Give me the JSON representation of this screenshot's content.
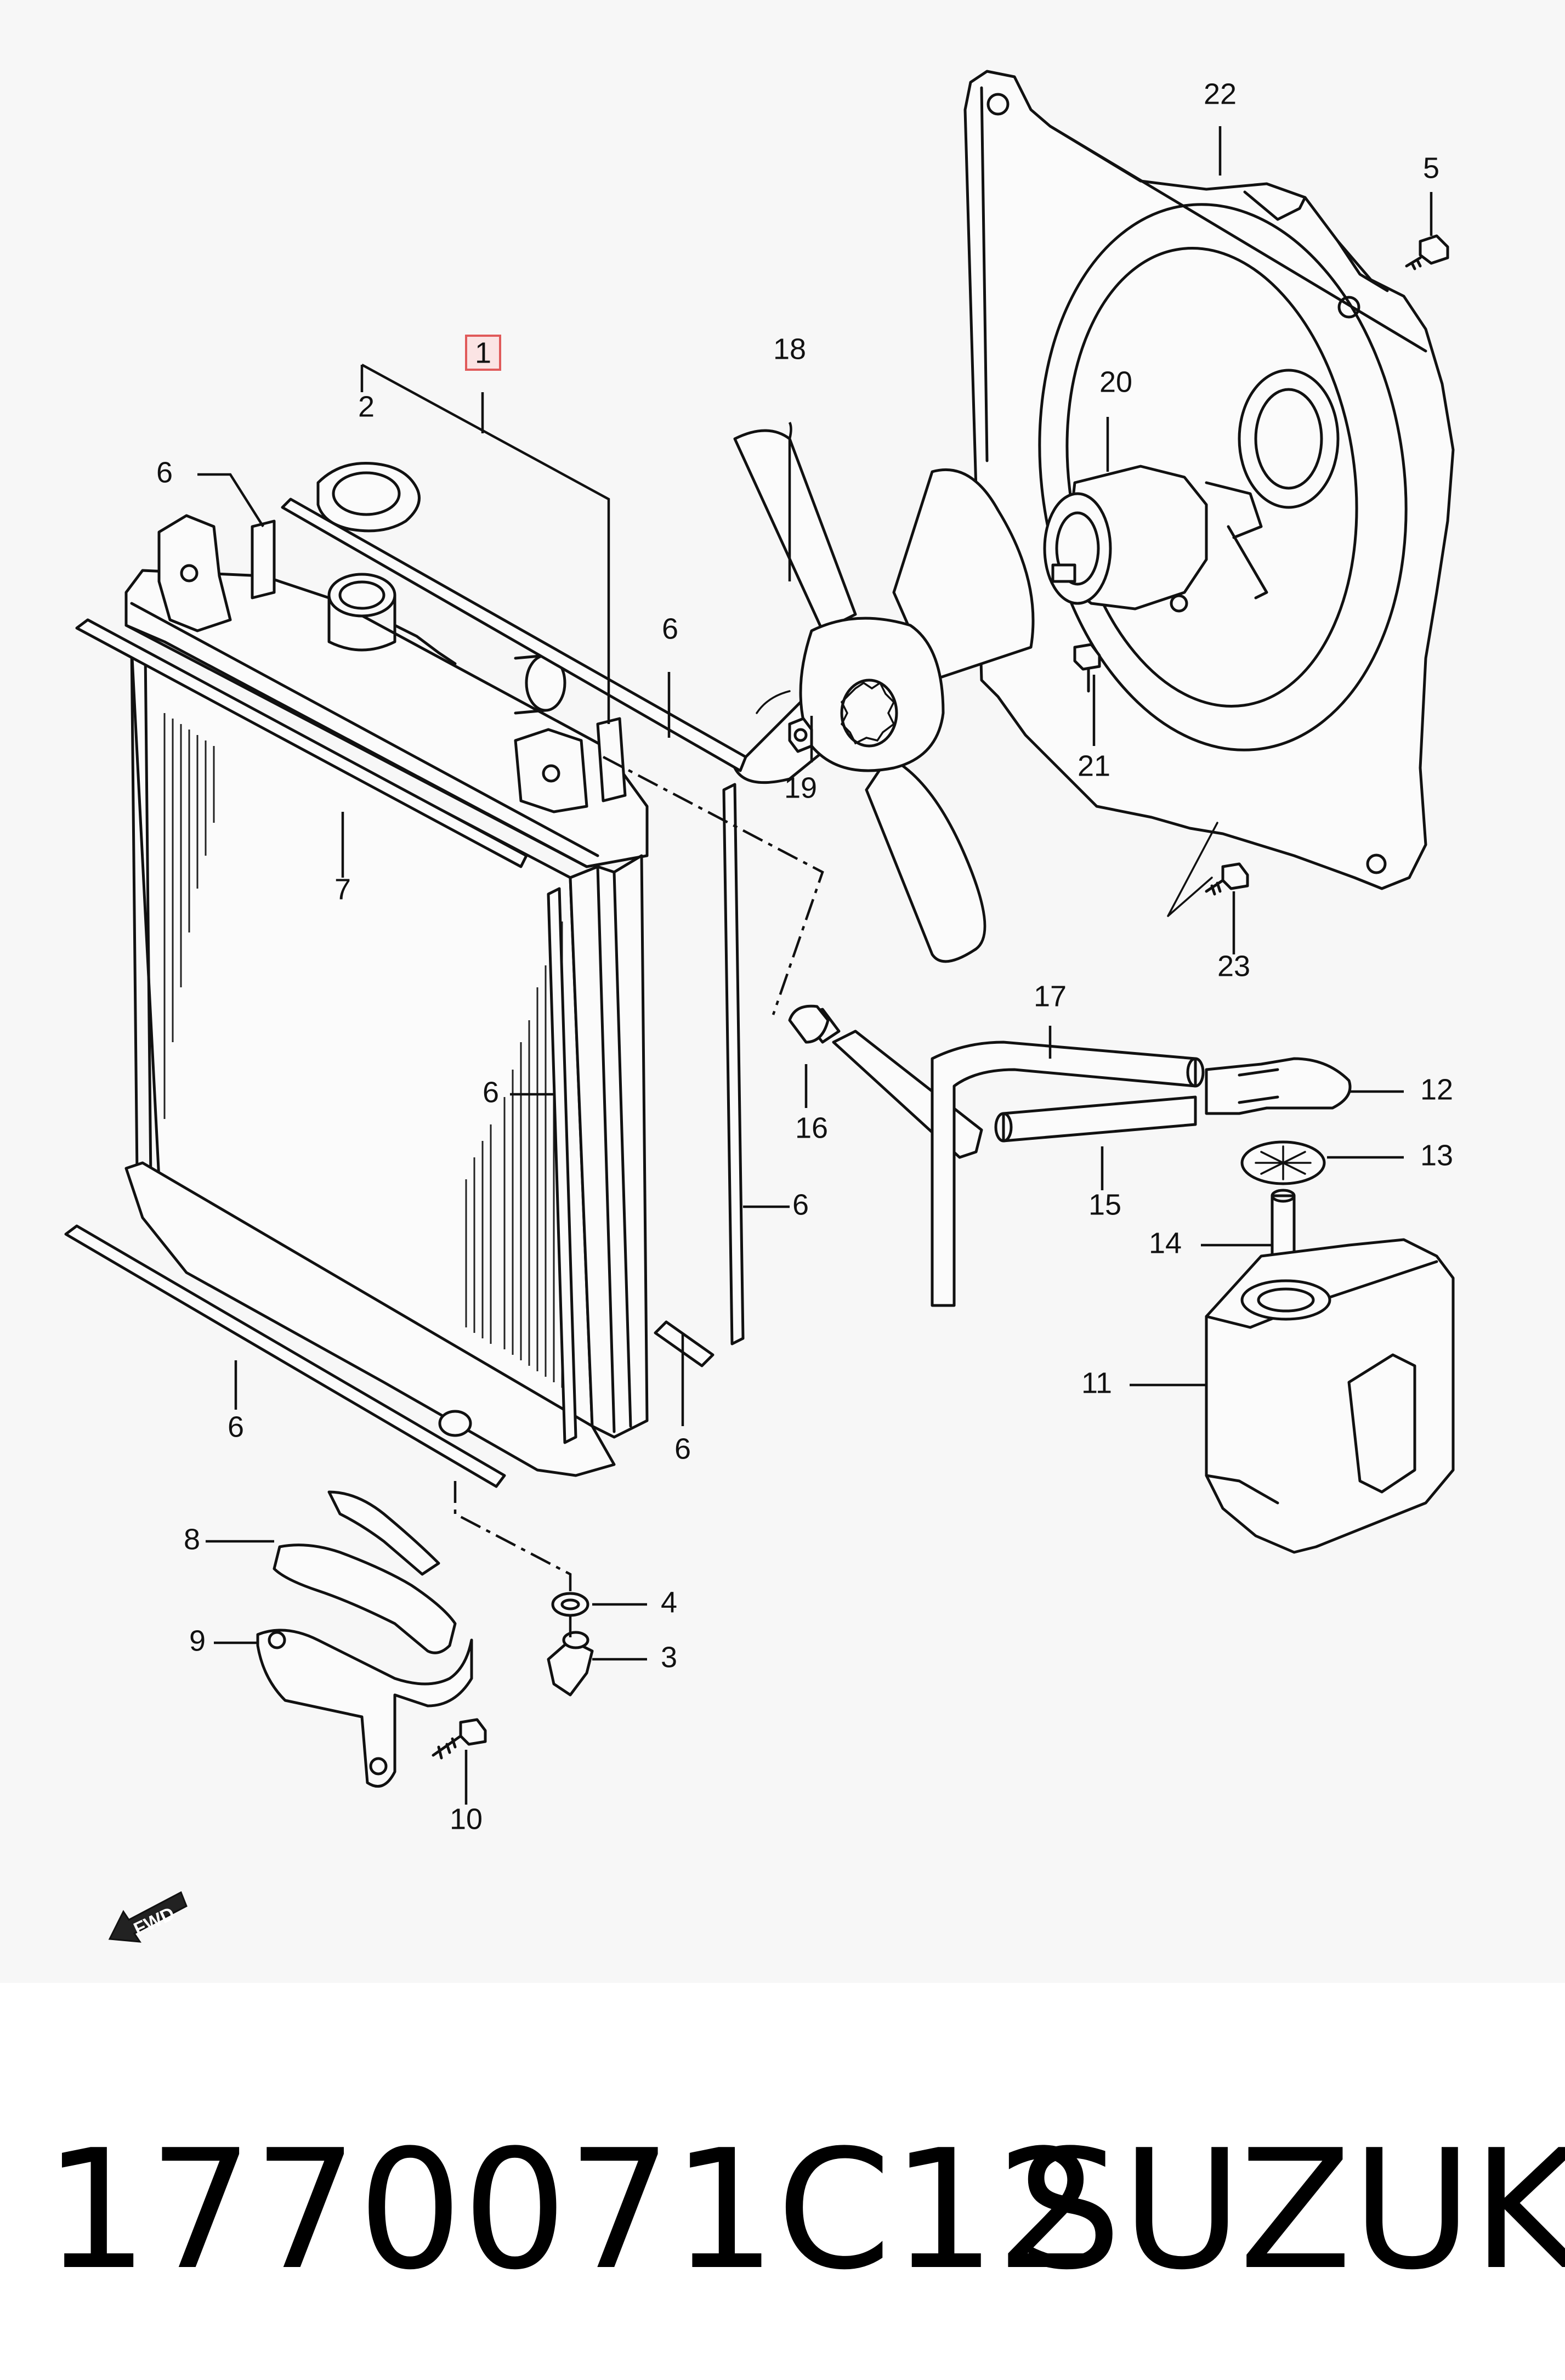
{
  "diagram": {
    "callouts": {
      "c1": "1",
      "c2": "2",
      "c3": "3",
      "c4": "4",
      "c5": "5",
      "c6a": "6",
      "c6b": "6",
      "c6c": "6",
      "c6d": "6",
      "c6e": "6",
      "c6f": "6",
      "c7": "7",
      "c8": "8",
      "c9": "9",
      "c10": "10",
      "c11": "11",
      "c12": "12",
      "c13": "13",
      "c14": "14",
      "c15": "15",
      "c16": "16",
      "c17": "17",
      "c18": "18",
      "c19": "19",
      "c20": "20",
      "c21": "21",
      "c22": "22",
      "c23": "23"
    },
    "fwd_label": "FWD",
    "highlighted_callout": "1",
    "highlight_color": "#e05a5a"
  },
  "footer": {
    "part_number": "1770071C12",
    "brand": "SUZUKI"
  }
}
